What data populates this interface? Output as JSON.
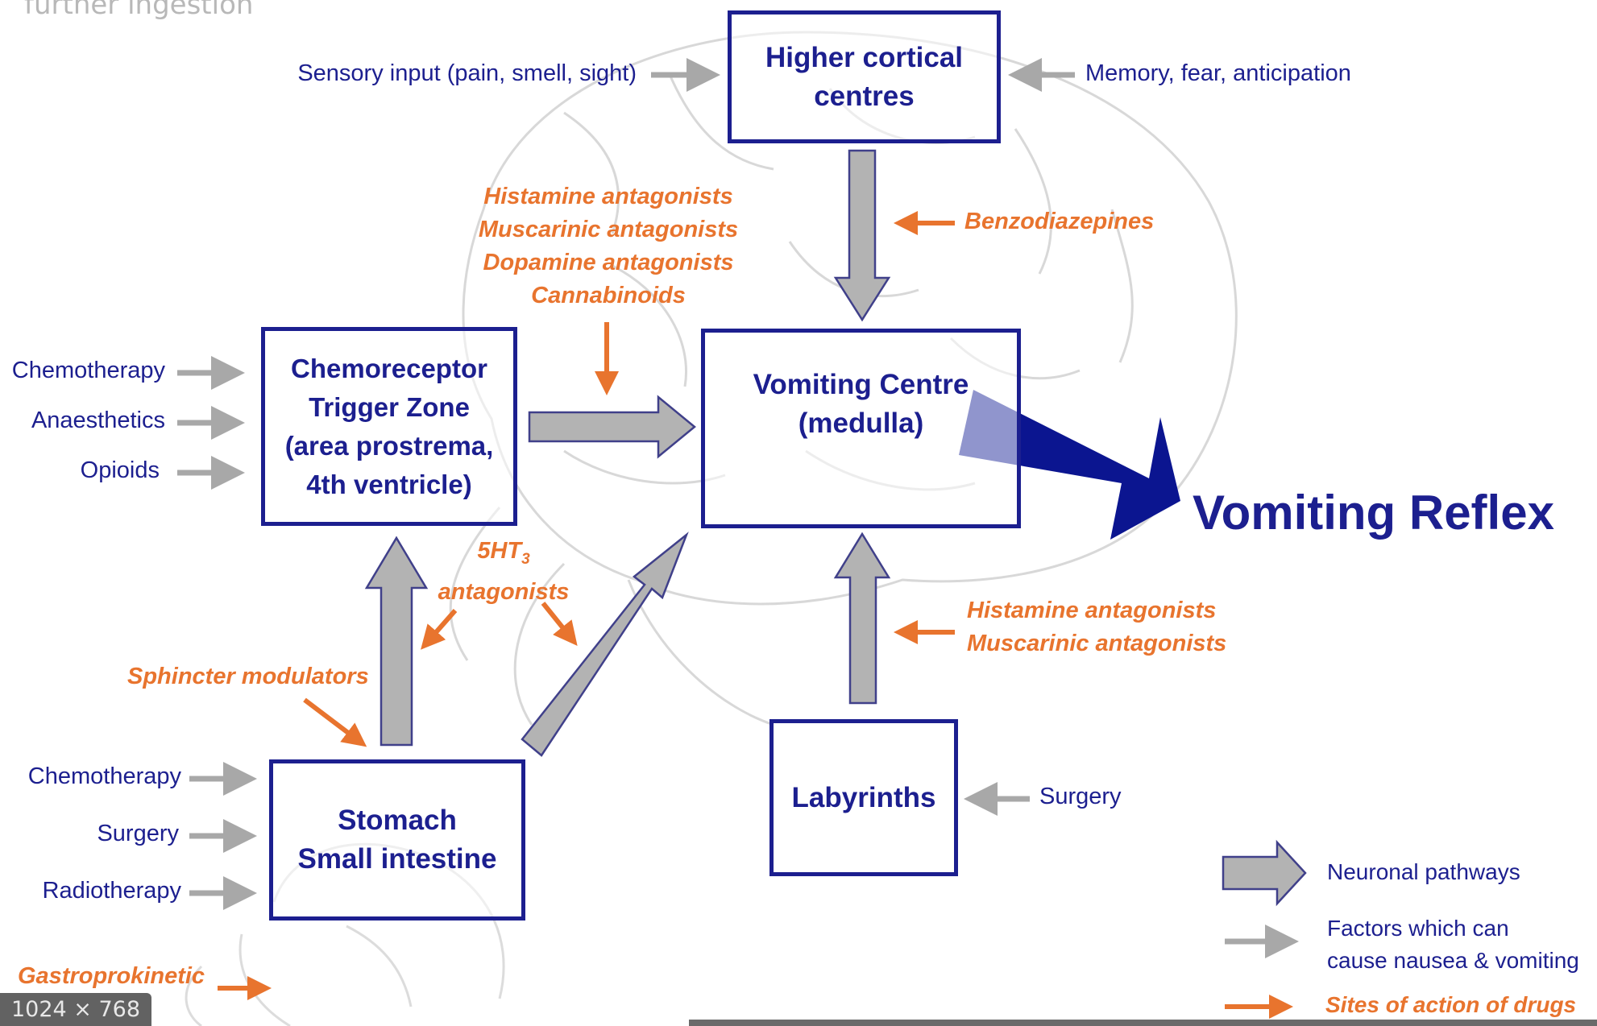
{
  "caption": "further ingestion",
  "image_size_badge": "1024 × 768",
  "nodes": {
    "higher_cortical": [
      "Higher cortical",
      "centres"
    ],
    "ctz": [
      "Chemoreceptor",
      "Trigger Zone",
      "(area prostrema,",
      "4th ventricle)"
    ],
    "vomiting_centre": [
      "Vomiting Centre",
      "(medulla)"
    ],
    "stomach": [
      "Stomach",
      "Small intestine"
    ],
    "labyrinths": [
      "Labyrinths"
    ]
  },
  "inputs": {
    "sensory": "Sensory input (pain, smell, sight)",
    "memory": "Memory, fear, anticipation",
    "ctz": [
      "Chemotherapy",
      "Anaesthetics",
      "Opioids"
    ],
    "stomach": [
      "Chemotherapy",
      "Surgery",
      "Radiotherapy"
    ],
    "labyrinths": "Surgery"
  },
  "drugs": {
    "ctz_top": [
      "Histamine antagonists",
      "Muscarinic antagonists",
      "Dopamine antagonists",
      "Cannabinoids"
    ],
    "benzodiazepines": "Benzodiazepines",
    "ht3_top": "5HT",
    "ht3_sub": "3",
    "ht3_bottom": "antagonists",
    "sphincter": "Sphincter modulators",
    "labyrinth": [
      "Histamine antagonists",
      "Muscarinic antagonists"
    ],
    "gastro": "Gastroprokinetic"
  },
  "output": "Vomiting Reflex",
  "legend": {
    "neuronal": "Neuronal pathways",
    "factors": [
      "Factors which can",
      "cause nausea & vomiting"
    ],
    "sites": "Sites of action of drugs"
  },
  "colors": {
    "box": "#1c1f8f",
    "drug": "#e8742e",
    "pathway_fill": "#b3b3b3",
    "factor_arrow": "#a8a8a8",
    "reflex_arrow": "#0b1590"
  }
}
